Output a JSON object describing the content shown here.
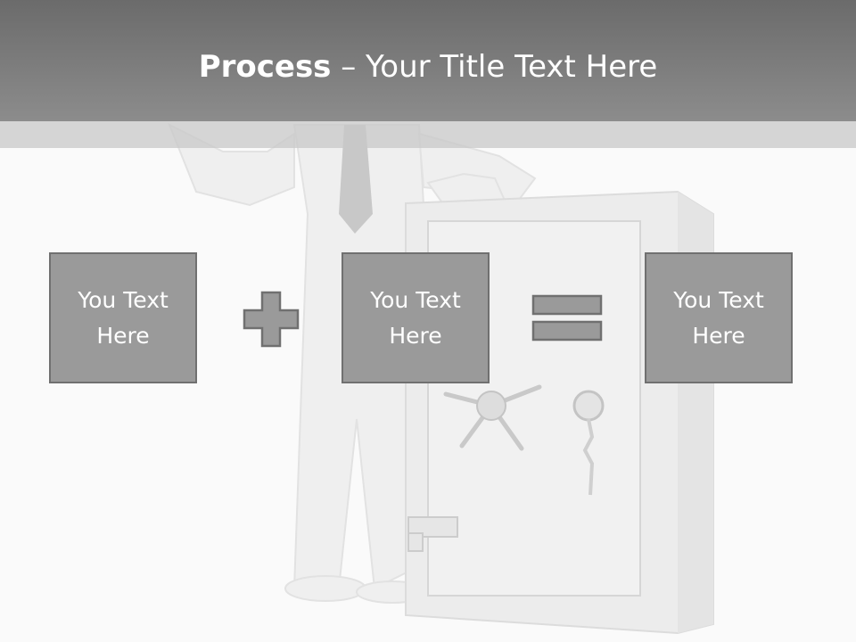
{
  "title": {
    "bold": "Process",
    "rest": " – Your Title Text Here"
  },
  "boxes": [
    {
      "text": "You Text Here"
    },
    {
      "text": "You Text Here"
    },
    {
      "text": "You Text Here"
    }
  ],
  "operators": [
    "plus",
    "equals"
  ],
  "colors": {
    "title_bar": "#7a7a7a",
    "box_fill": "#9a9a9a",
    "box_border": "#707070",
    "text": "#ffffff"
  }
}
